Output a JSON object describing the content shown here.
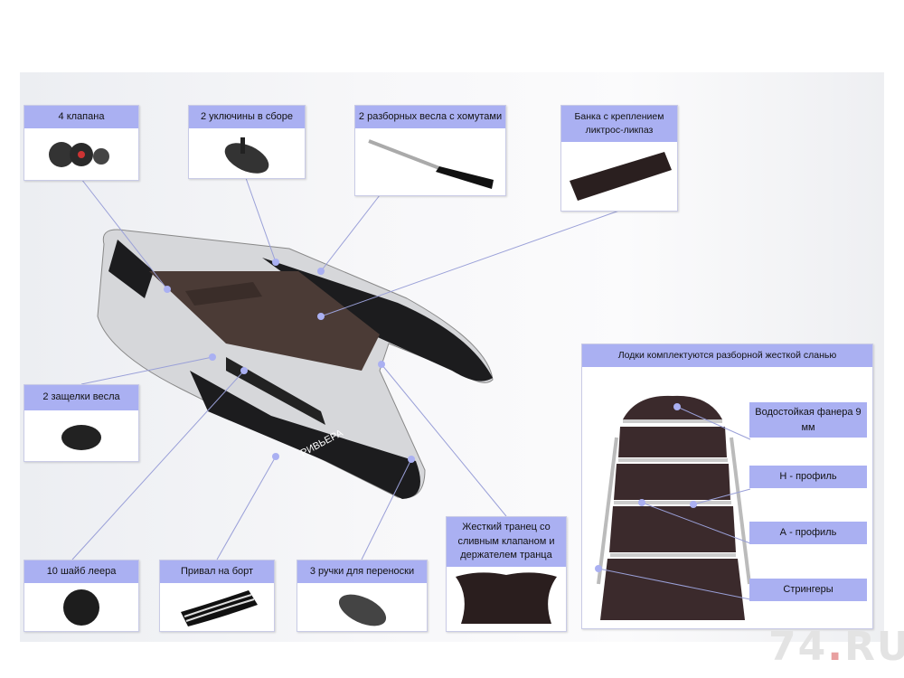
{
  "callouts": {
    "valves": "4 клапана",
    "oarlocks": "2 уключины в сборе",
    "oars": "2 разборных весла с хомутами",
    "seat": "Банка с креплением ликтрос-ликпаз",
    "oar_clips": "2 защелки весла",
    "rail_washers": "10 шайб леера",
    "fender": "Привал на борт",
    "handles": "3 ручки для переноски",
    "transom": "Жесткий транец со сливным клапаном и держателем транца"
  },
  "floor_panel": {
    "title": "Лодки комплектуются разборной жесткой сланью",
    "labels": [
      "Водостойкая фанера 9 мм",
      "Н - профиль",
      "А - профиль",
      "Стрингеры"
    ]
  },
  "boat_brand": "РИВЬЕРА",
  "watermark": {
    "main": "74",
    "dot": ".",
    "suffix": "RU"
  },
  "colors": {
    "header": "#aab0f2",
    "line": "#9aa0d8",
    "boat_dark": "#1c1c1e",
    "boat_light": "#d6d7da"
  }
}
